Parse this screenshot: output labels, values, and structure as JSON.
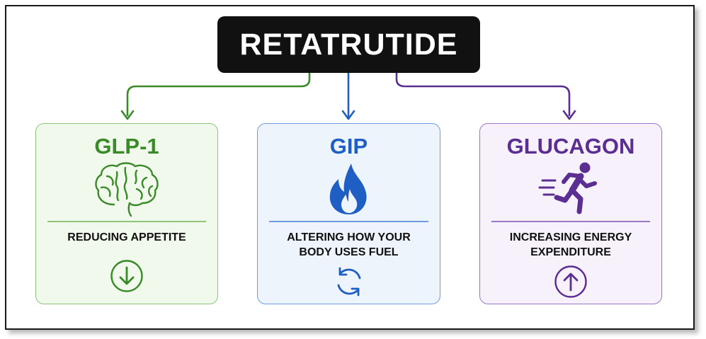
{
  "diagram": {
    "title": "RETATRUTIDE",
    "cards": [
      {
        "heading": "GLP-1",
        "description_lines": [
          "REDUCING APPETITE"
        ],
        "icon": "brain-icon",
        "badge_icon": "arrow-down-circle-icon",
        "color": "#3a8a2a",
        "background": "#f1f8ec",
        "border": "#8cc47a"
      },
      {
        "heading": "GIP",
        "description_lines": [
          "ALTERING HOW YOUR",
          "BODY USES FUEL"
        ],
        "icon": "flame-icon",
        "badge_icon": "refresh-cycle-icon",
        "color": "#1f5fc4",
        "background": "#eef4fc",
        "border": "#6e9be0"
      },
      {
        "heading": "GLUCAGON",
        "description_lines": [
          "INCREASING ENERGY",
          "EXPENDITURE"
        ],
        "icon": "running-person-icon",
        "badge_icon": "arrow-up-circle-icon",
        "color": "#5b2e91",
        "background": "#f6f1fb",
        "border": "#9a78c6"
      }
    ]
  }
}
